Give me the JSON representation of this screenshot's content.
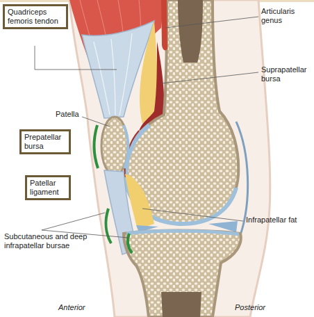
{
  "diagram": {
    "nodes": [
      {
        "text": [
          "Quadriceps femoris tendon"
        ]
      },
      {
        "text": [
          "Prepatellar bursa"
        ]
      },
      {
        "text": [
          "Patellar ligament"
        ]
      }
    ],
    "labels": [
      "Articularis genus",
      "Suprapatellar bursa",
      "Patella",
      "Infrapatellar fat",
      "Subcutaneous and deep infrapatellar bursae",
      "Anterior",
      "Posterior"
    ]
  }
}
